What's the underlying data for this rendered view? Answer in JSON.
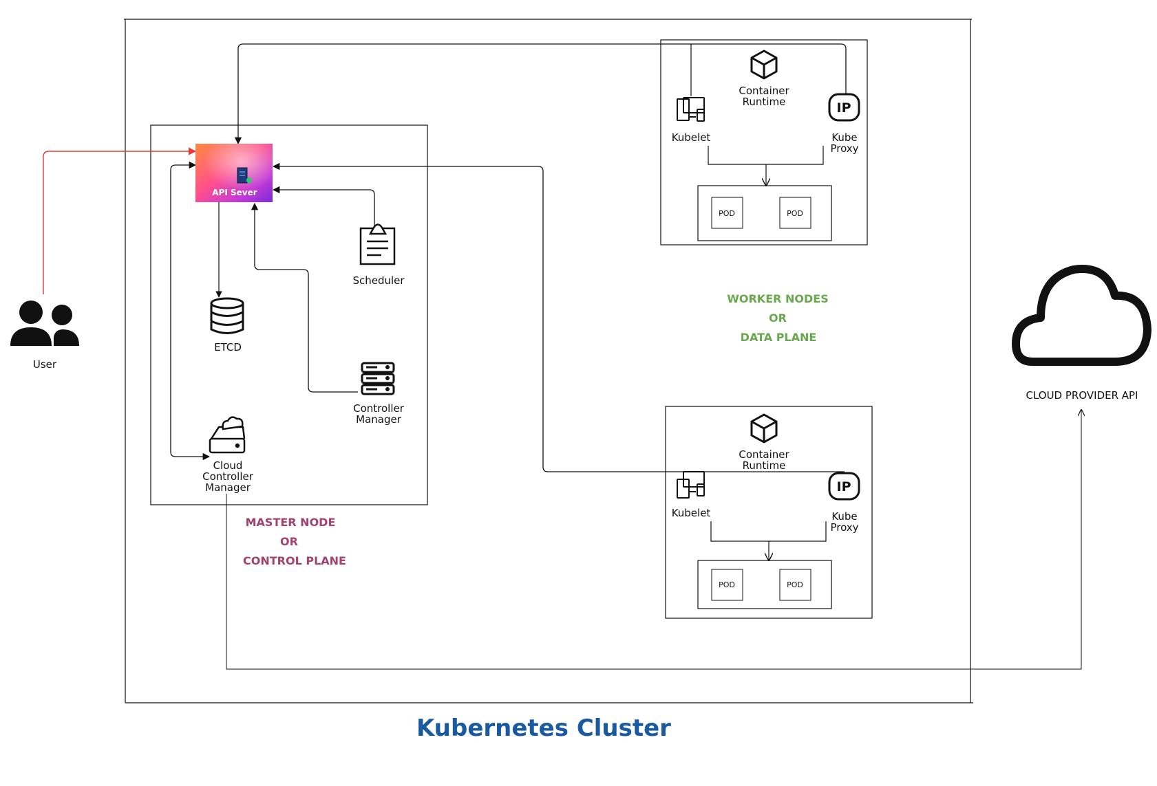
{
  "diagram": {
    "cluster_title": "Kubernetes Cluster",
    "user_label": "User",
    "cloud_label": "CLOUD PROVIDER API",
    "master": {
      "section_line1": "MASTER NODE",
      "section_line2": "OR",
      "section_line3": "CONTROL PLANE",
      "api_server": "API Sever",
      "etcd": "ETCD",
      "scheduler": "Scheduler",
      "controller_manager": [
        "Controller",
        "Manager"
      ],
      "cloud_controller_manager": [
        "Cloud",
        "Controller",
        "Manager"
      ]
    },
    "workers": {
      "section_line1": "WORKER NODES",
      "section_line2": "OR",
      "section_line3": "DATA PLANE",
      "container_runtime": [
        "Container",
        "Runtime"
      ],
      "kubelet": "Kubelet",
      "kube_proxy": [
        "Kube",
        "Proxy"
      ],
      "pod": "POD",
      "ip_badge": "IP"
    },
    "colors": {
      "master_text": "#a3426f",
      "worker_text": "#6aa84f",
      "title_text": "#1a5aa0",
      "user_arrow": "#e53935"
    }
  }
}
